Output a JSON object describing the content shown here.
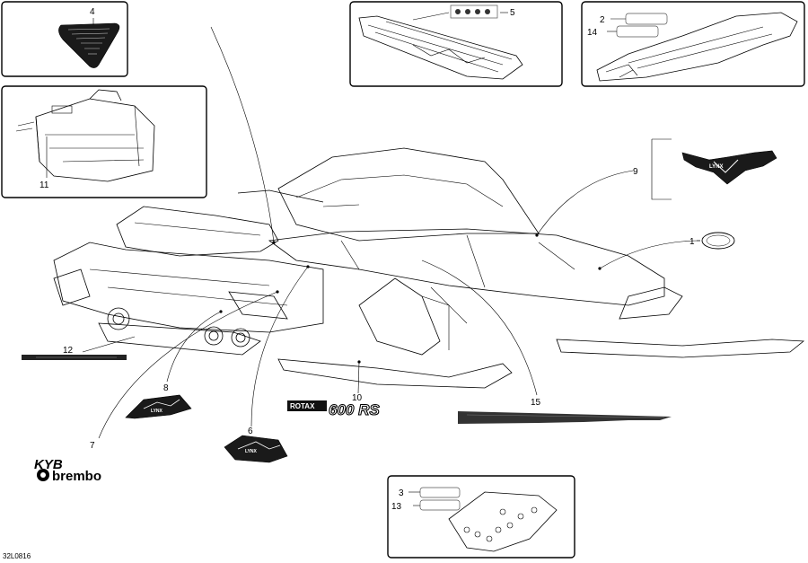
{
  "callouts": {
    "c1": "1",
    "c2": "2",
    "c3": "3",
    "c4": "4",
    "c5": "5",
    "c6": "6",
    "c7": "7",
    "c8": "8",
    "c9": "9",
    "c10": "10",
    "c11": "11",
    "c12": "12",
    "c13": "13",
    "c14": "14",
    "c15": "15"
  },
  "decals": {
    "rotax_text": "ROTAX",
    "model_text": "600 RS",
    "kyb_text": "KYB",
    "brembo_text": "brembo",
    "lynx_text": "LYNX"
  },
  "drawing_ref": "32L0816"
}
